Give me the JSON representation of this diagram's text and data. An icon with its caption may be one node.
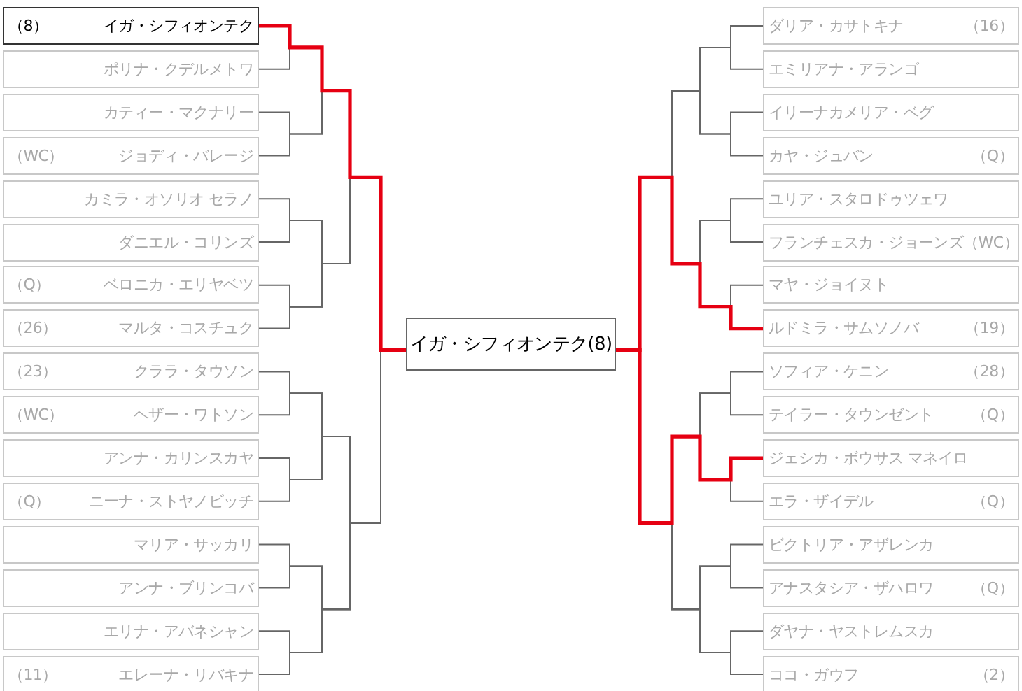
{
  "diagram": {
    "nodes": [
      {
        "text": [
          "（8）",
          "イガ・シフィオンテク"
        ]
      },
      {
        "text": [
          "ポリナ・クデルメトワ"
        ]
      },
      {
        "text": [
          "カティー・マクナリー"
        ]
      },
      {
        "text": [
          "（WC）",
          "ジョディ・バレージ"
        ]
      },
      {
        "text": [
          "カミラ・オソリオ セラノ"
        ]
      },
      {
        "text": [
          "ダニエル・コリンズ"
        ]
      },
      {
        "text": [
          "（Q）",
          "ベロニカ・エリヤベツ"
        ]
      },
      {
        "text": [
          "（26）",
          "マルタ・コスチュク"
        ]
      },
      {
        "text": [
          "（23）",
          "クララ・タウソン"
        ]
      },
      {
        "text": [
          "（WC）",
          "ヘザー・ワトソン"
        ]
      },
      {
        "text": [
          "アンナ・カリンスカヤ"
        ]
      },
      {
        "text": [
          "（Q）",
          "ニーナ・ストヤノビッチ"
        ]
      },
      {
        "text": [
          "マリア・サッカリ"
        ]
      },
      {
        "text": [
          "アンナ・ブリンコバ"
        ]
      },
      {
        "text": [
          "エリナ・アバネシャン"
        ]
      },
      {
        "text": [
          "（11）",
          "エレーナ・リバキナ"
        ]
      },
      {
        "text": [
          "イガ・シフィオンテク(8)"
        ]
      },
      {
        "text": [
          "ダリア・カサトキナ",
          "（16）"
        ]
      },
      {
        "text": [
          "エミリアナ・アランゴ"
        ]
      },
      {
        "text": [
          "イリーナカメリア・ベグ"
        ]
      },
      {
        "text": [
          "カヤ・ジュバン",
          "（Q）"
        ]
      },
      {
        "text": [
          "ユリア・スタロドゥツェワ"
        ]
      },
      {
        "text": [
          "フランチェスカ・ジョーンズ",
          "（WC）"
        ]
      },
      {
        "text": [
          "マヤ・ジョイヌト"
        ]
      },
      {
        "text": [
          "ルドミラ・サムソノバ",
          "（19）"
        ]
      },
      {
        "text": [
          "ソフィア・ケニン",
          "（28）"
        ]
      },
      {
        "text": [
          "テイラー・タウンゼント",
          "（Q）"
        ]
      },
      {
        "text": [
          "ジェシカ・ボウサス マネイロ"
        ]
      },
      {
        "text": [
          "エラ・ザイデル",
          "（Q）"
        ]
      },
      {
        "text": [
          "ビクトリア・アザレンカ"
        ]
      },
      {
        "text": [
          "アナスタシア・ザハロワ",
          "（Q）"
        ]
      },
      {
        "text": [
          "ダヤナ・ヤストレムスカ"
        ]
      },
      {
        "text": [
          "ココ・ガウフ",
          "（2）"
        ]
      }
    ],
    "edges": [
      {
        "from": 0,
        "to": 16,
        "arrow": "none",
        "style": "thick",
        "color": "#e60012"
      },
      {
        "from": 1,
        "to": 16,
        "arrow": "none"
      },
      {
        "from": 2,
        "to": 16,
        "arrow": "none"
      },
      {
        "from": 3,
        "to": 16,
        "arrow": "none"
      },
      {
        "from": 4,
        "to": 16,
        "arrow": "none"
      },
      {
        "from": 5,
        "to": 16,
        "arrow": "none"
      },
      {
        "from": 6,
        "to": 16,
        "arrow": "none"
      },
      {
        "from": 7,
        "to": 16,
        "arrow": "none"
      },
      {
        "from": 8,
        "to": 16,
        "arrow": "none"
      },
      {
        "from": 9,
        "to": 16,
        "arrow": "none"
      },
      {
        "from": 10,
        "to": 16,
        "arrow": "none"
      },
      {
        "from": 11,
        "to": 16,
        "arrow": "none"
      },
      {
        "from": 12,
        "to": 16,
        "arrow": "none"
      },
      {
        "from": 13,
        "to": 16,
        "arrow": "none"
      },
      {
        "from": 14,
        "to": 16,
        "arrow": "none"
      },
      {
        "from": 15,
        "to": 16,
        "arrow": "none"
      },
      {
        "from": 17,
        "to": 16,
        "arrow": "none"
      },
      {
        "from": 18,
        "to": 16,
        "arrow": "none"
      },
      {
        "from": 19,
        "to": 16,
        "arrow": "none"
      },
      {
        "from": 20,
        "to": 16,
        "arrow": "none"
      },
      {
        "from": 21,
        "to": 16,
        "arrow": "none"
      },
      {
        "from": 22,
        "to": 16,
        "arrow": "none"
      },
      {
        "from": 23,
        "to": 16,
        "arrow": "none"
      },
      {
        "from": 24,
        "to": 16,
        "arrow": "none",
        "style": "thick",
        "color": "#e60012"
      },
      {
        "from": 25,
        "to": 16,
        "arrow": "none"
      },
      {
        "from": 26,
        "to": 16,
        "arrow": "none"
      },
      {
        "from": 27,
        "to": 16,
        "arrow": "none",
        "style": "thick",
        "color": "#e60012"
      },
      {
        "from": 28,
        "to": 16,
        "arrow": "none"
      },
      {
        "from": 29,
        "to": 16,
        "arrow": "none"
      },
      {
        "from": 30,
        "to": 16,
        "arrow": "none"
      },
      {
        "from": 31,
        "to": 16,
        "arrow": "none"
      },
      {
        "from": 32,
        "to": 16,
        "arrow": "none"
      }
    ]
  }
}
